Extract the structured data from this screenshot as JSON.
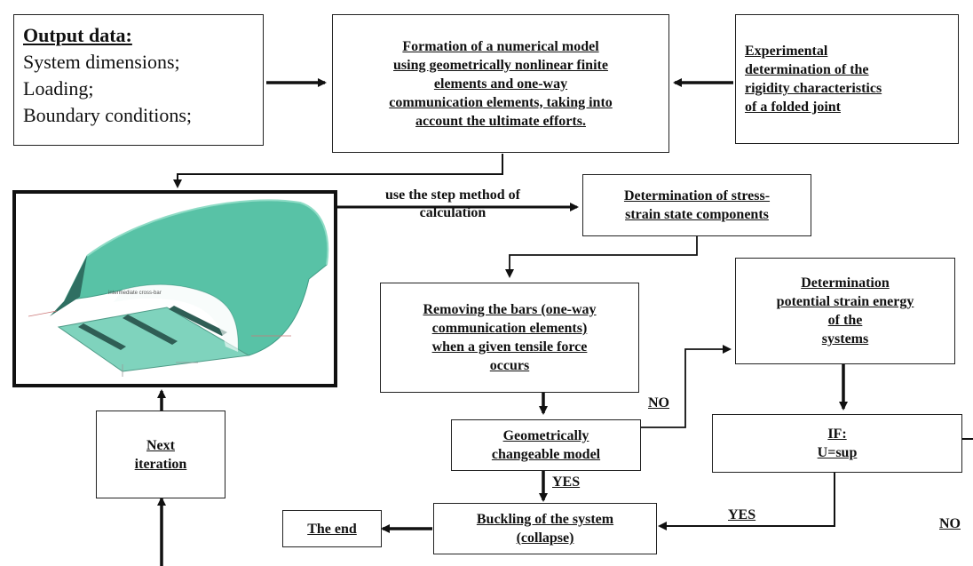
{
  "output_data": {
    "header": "Output data:",
    "items": [
      "System dimensions;",
      "Loading;",
      "Boundary conditions;"
    ]
  },
  "formation": [
    "Formation of a numerical model",
    "using geometrically nonlinear finite",
    "elements and one-way",
    "communication elements, taking into",
    "account the ultimate efforts."
  ],
  "experimental": [
    "Experimental",
    "determination of the",
    "rigidity characteristics",
    "of a folded joint"
  ],
  "step_label": [
    "use the step method of",
    "calculation"
  ],
  "stress_strain": [
    "Determination of stress-",
    "strain state components"
  ],
  "removing": [
    "Removing the bars (one-way",
    "communication elements)",
    "when a given tensile force",
    "occurs"
  ],
  "energy": [
    "Determination",
    "potential strain energy",
    "of the",
    "systems"
  ],
  "geometric": [
    "Geometrically",
    "changeable model"
  ],
  "if_box": [
    "IF:",
    "U=sup"
  ],
  "next_iteration": [
    "Next",
    "iteration"
  ],
  "buckling": [
    "Buckling of the system",
    "(collapse)"
  ],
  "the_end": "The end",
  "labels": {
    "no_left": "NO",
    "yes_down": "YES",
    "yes_right": "YES",
    "no_right": "NO"
  },
  "model_image": {
    "beam_annotation": "intermediate cross-bar",
    "accent_color": "#58c2a6"
  }
}
